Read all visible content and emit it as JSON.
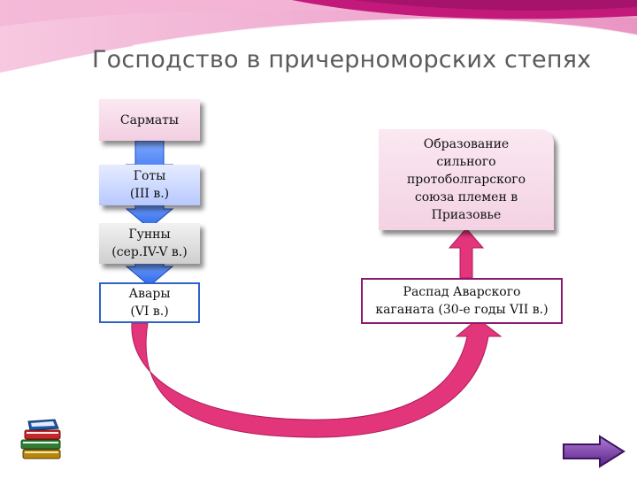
{
  "title": "Господство в причерноморских степях",
  "nodes": {
    "sarmaty": [
      "Сарматы"
    ],
    "goty": [
      "Готы",
      "(III в.)"
    ],
    "gunny": [
      "Гунны",
      "(сер.IV-V в.)"
    ],
    "avary": [
      "Авары",
      "(VI в.)"
    ],
    "obrazovanie": [
      "Образование",
      "сильного",
      "протоболгарского",
      "союза племен в",
      "Приазовье"
    ],
    "raspad": [
      "Распад Аварского",
      "каганата (30-е годы VII в.)"
    ]
  },
  "edges": [
    {
      "from": "sarmaty",
      "to": "goty"
    },
    {
      "from": "goty",
      "to": "gunny"
    },
    {
      "from": "gunny",
      "to": "avary"
    },
    {
      "from": "avary",
      "to": "raspad"
    },
    {
      "from": "raspad",
      "to": "obrazovanie"
    }
  ],
  "colors": {
    "arrow_blue": "#2b66ea",
    "arrow_pink": "#e2357a",
    "decor_magenta": "#c2197b",
    "nav_purple": "#7a3ea6"
  },
  "icons": {
    "home": "books-icon",
    "next": "next-arrow-icon"
  }
}
